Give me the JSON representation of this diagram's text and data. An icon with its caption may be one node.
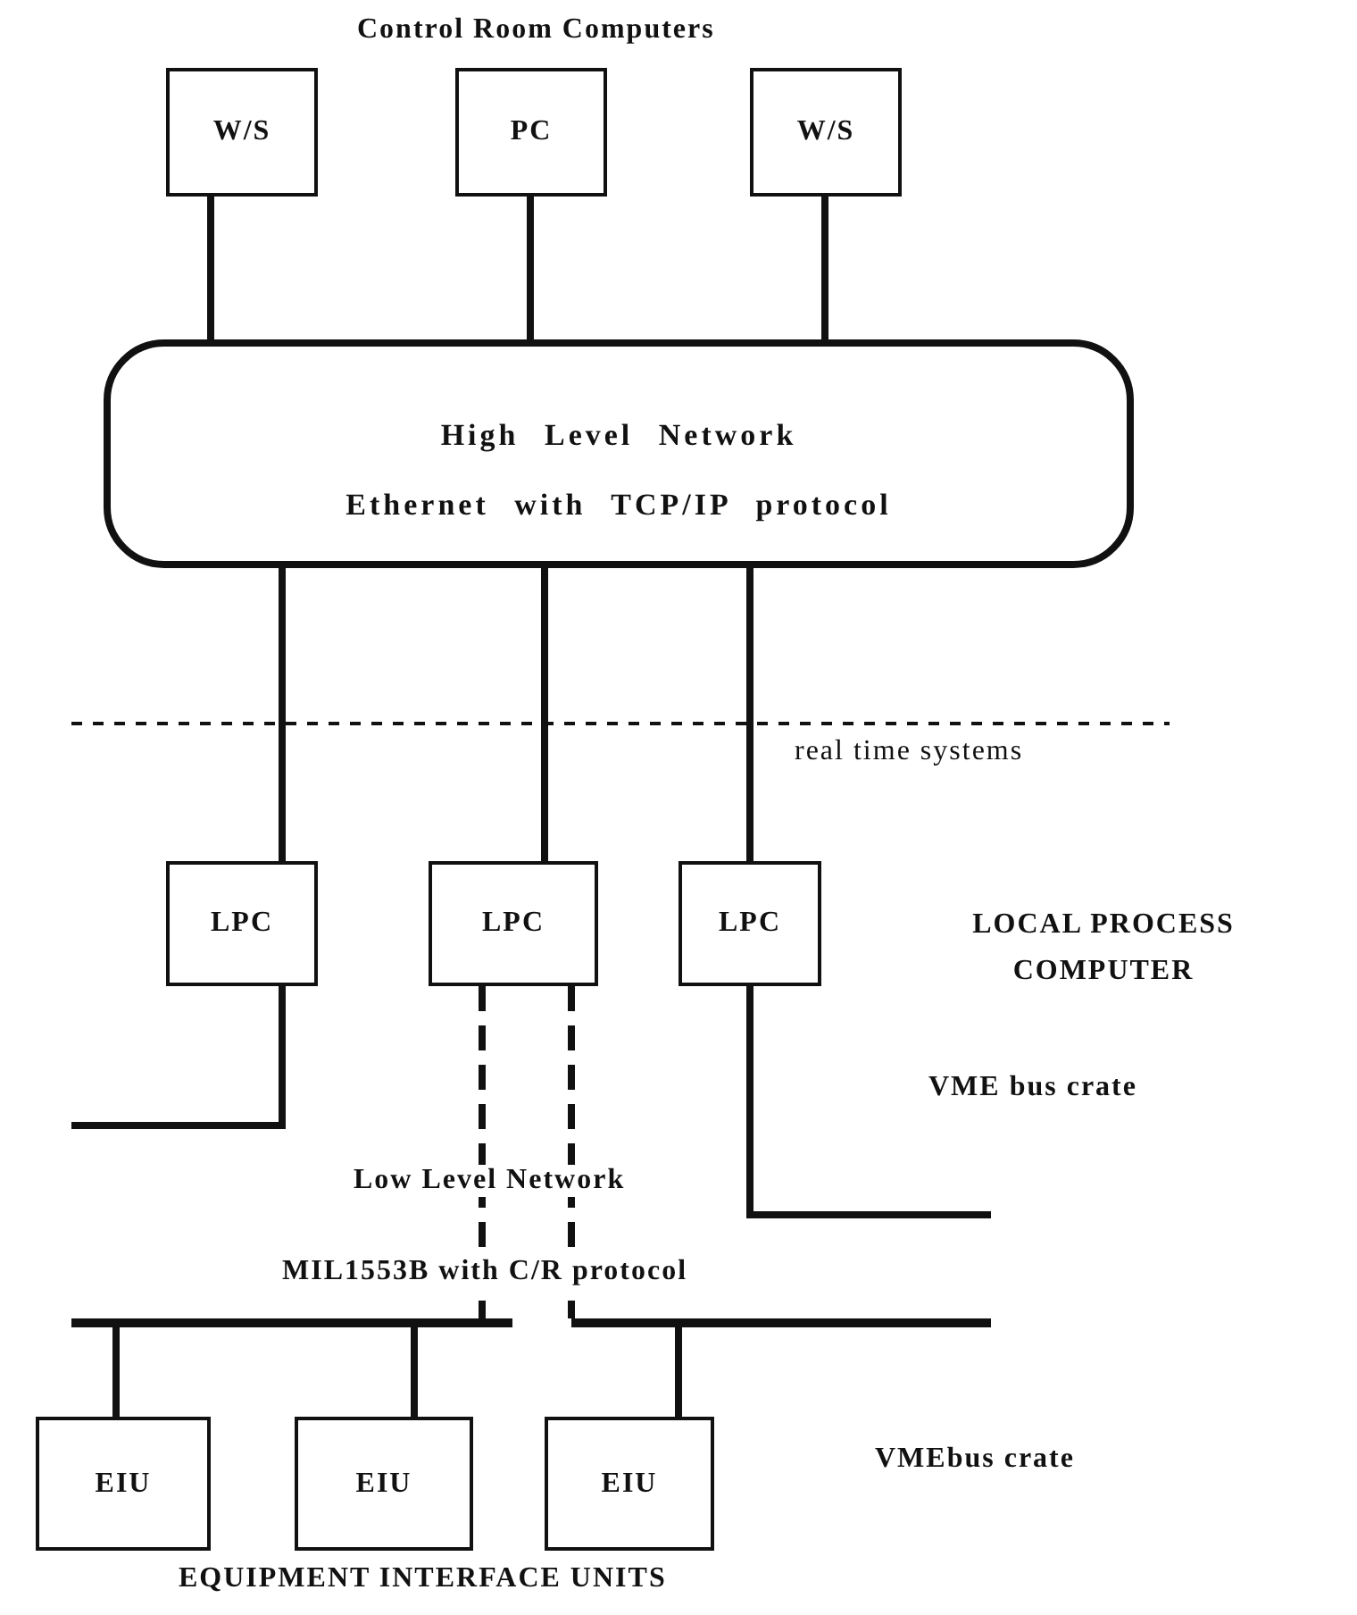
{
  "diagram": {
    "title": "Control Room Computers",
    "caption": "EQUIPMENT INTERFACE UNITS",
    "nodes": [
      {
        "text": [
          "W/S"
        ]
      },
      {
        "text": [
          "PC"
        ]
      },
      {
        "text": [
          "W/S"
        ]
      },
      {
        "text": [
          "High Level Network",
          "Ethernet with TCP/IP protocol"
        ]
      },
      {
        "text": [
          "LPC"
        ]
      },
      {
        "text": [
          "LPC"
        ]
      },
      {
        "text": [
          "LPC"
        ]
      },
      {
        "text": [],
        "shape": "bar"
      },
      {
        "text": [],
        "shape": "bar"
      },
      {
        "text": [
          "EIU"
        ]
      },
      {
        "text": [
          "EIU"
        ]
      },
      {
        "text": [
          "EIU"
        ]
      }
    ],
    "edges": [
      {
        "from": 0,
        "to": 3,
        "arrow": "none"
      },
      {
        "from": 1,
        "to": 3,
        "arrow": "none"
      },
      {
        "from": 2,
        "to": 3,
        "arrow": "none"
      },
      {
        "from": 3,
        "to": 4,
        "arrow": "none"
      },
      {
        "from": 3,
        "to": 5,
        "arrow": "none"
      },
      {
        "from": 3,
        "to": 6,
        "arrow": "none"
      },
      {
        "from": 4,
        "to": null,
        "arrow": "none"
      },
      {
        "from": 5,
        "to": 7,
        "arrow": "none",
        "style": "dashed"
      },
      {
        "from": 5,
        "to": 8,
        "arrow": "none",
        "style": "dashed"
      },
      {
        "from": 9,
        "to": 7,
        "arrow": "none"
      },
      {
        "from": 10,
        "to": 7,
        "arrow": "none"
      },
      {
        "from": 11,
        "to": 8,
        "arrow": "none"
      },
      {
        "from": 6,
        "to": null,
        "arrow": "none"
      }
    ],
    "labels": [
      "real time systems",
      "LOCAL PROCESS COMPUTER",
      "VME bus crate",
      "Low Level Network",
      "MIL1553B with C/R protocol",
      "VMEbus crate"
    ]
  }
}
